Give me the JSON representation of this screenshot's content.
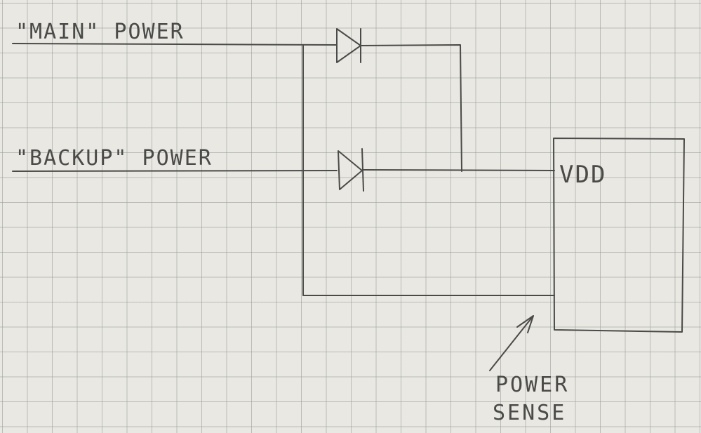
{
  "diagram": {
    "inputs": [
      {
        "label": "\"MAIN\" POWER"
      },
      {
        "label": "\"BACKUP\" POWER"
      }
    ],
    "chip": {
      "pin_label": "VDD"
    },
    "annotation": {
      "line1": "POWER",
      "line2": "SENSE"
    }
  }
}
